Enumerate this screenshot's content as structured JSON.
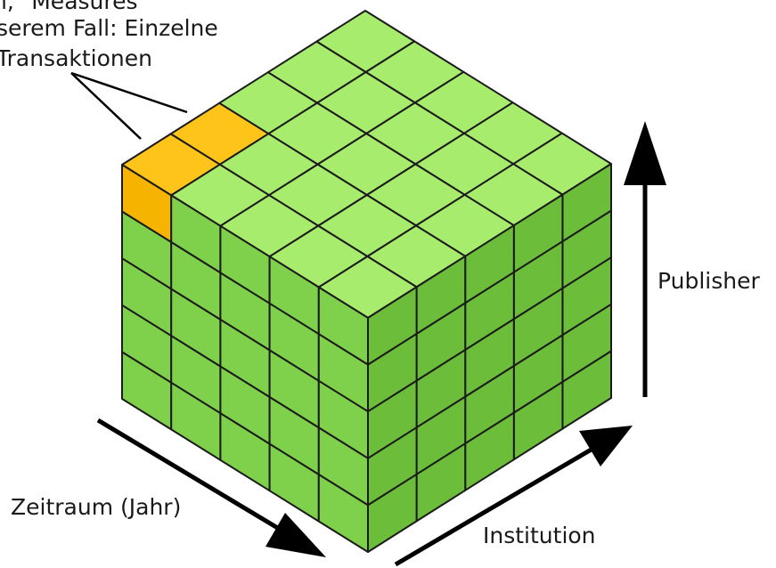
{
  "annotation": {
    "lines": [
      "n, \"Measures\"",
      "serem Fall: Einzelne",
      "Transaktionen"
    ]
  },
  "axes": {
    "vertical": "Publisher",
    "depth": "Zeitraum (Jahr)",
    "horizontal": "Institution"
  },
  "cube": {
    "size": 5,
    "highlighted_cells": 2
  },
  "colors": {
    "cell_top": "#a8ec6e",
    "cell_left": "#7fd04b",
    "cell_right": "#6cbe3a",
    "highlight_top": "#ffc41a",
    "highlight_left": "#f6b400",
    "stroke": "#1b1b1b",
    "arrow": "#000000"
  }
}
